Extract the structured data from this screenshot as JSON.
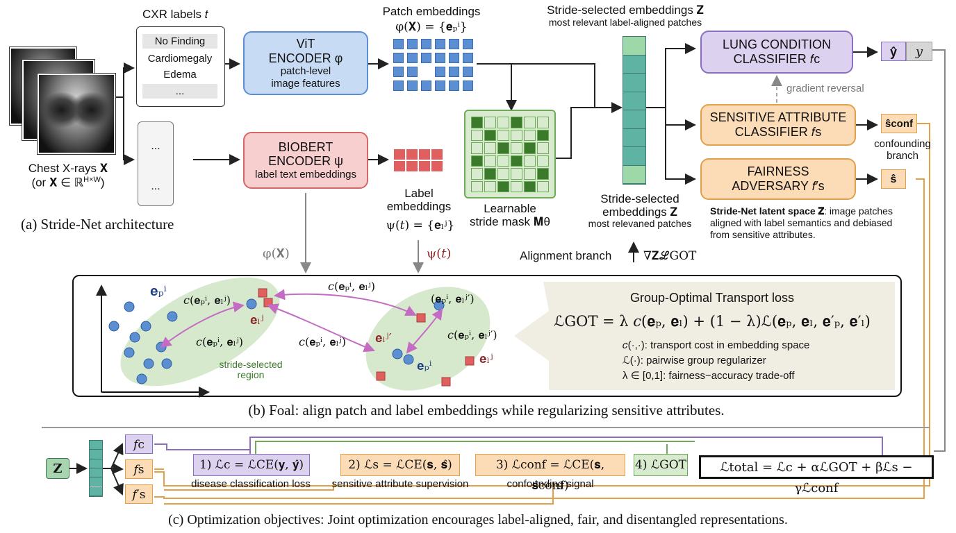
{
  "inputs": {
    "cxr_labels_title": "CXR labels 𝑡",
    "cxr_labels": [
      "No Finding",
      "Cardiomegaly",
      "Edema",
      "..."
    ],
    "chest_xray_line1": "Chest X-rays 𝐗",
    "chest_xray_line2": "(or 𝐗 ∈ ℝ",
    "chest_xray_sup": "H×W",
    "chest_xray_close": ")",
    "token_dots": [
      "...",
      "..."
    ]
  },
  "vit": {
    "line1": "ViT",
    "line2": "ENCODER φ",
    "line3": "patch-level",
    "line4": "image features"
  },
  "biobert": {
    "line1": "BIOBERT",
    "line2": "ENCODER ψ",
    "line3": "label text embeddings"
  },
  "patch_embeddings": {
    "title": "Patch embeddings",
    "formula": "φ(𝐗) = {𝐞ₚⁱ}"
  },
  "label_embeddings": {
    "line1": "Label",
    "line2": "embeddings",
    "formula": "ψ(𝑡) = {𝐞ₗʲ}"
  },
  "stride_mask": {
    "line1": "Learnable",
    "line2": "stride mask 𝐌θ"
  },
  "stride_top": {
    "line1": "Stride-selected embeddings 𝐙",
    "line2": "most relevant label-aligned patches"
  },
  "stride_bottom": {
    "line1": "Stride-selected",
    "line2": "embeddings 𝐙",
    "line3": "most relevaned patches"
  },
  "classifiers": {
    "lung": {
      "line1": "LUNG CONDITION",
      "line2": "CLASSIFIER 𝑓c"
    },
    "sensitive": {
      "line1": "SENSITIVE ATTRIBUTE",
      "line2": "CLASSIFIER 𝑓s"
    },
    "fairness": {
      "line1": "FAIRNESS",
      "line2": "ADVERSARY 𝑓′s"
    }
  },
  "outputs": {
    "yhat": "ŷ",
    "y": "y",
    "sconf": "ŝconf",
    "shat": "ŝ",
    "confounding": "confounding",
    "branch": "branch"
  },
  "gradient_reversal": "gradient reversal",
  "latent": {
    "bold": "Stride-Net latent space 𝐙",
    "rest1": ": image patches",
    "line2": "aligned with label semantics and debiased",
    "line3": "from sensitive attributes."
  },
  "caption_a": "(a) Stride-Net architecture",
  "arrow_labels": {
    "phi": "φ(𝐗)",
    "psi": "ψ(𝑡)",
    "alignment": "Alignment branch",
    "grad": "∇𝐙ℒGOT"
  },
  "foal": {
    "ep": "𝐞ₚⁱ",
    "el": "𝐞ₗʲ",
    "elp": "𝐞ₗʲ′",
    "el2": "𝐞ₗʲ",
    "c1": "𝑐(𝐞ₚⁱ, 𝐞ₗʲ)",
    "c2": "𝑐(𝐞ₚⁱ, 𝐞ₗʲ)",
    "c3": "𝑐(𝐞ₚⁱ, 𝐞ₗʲ)",
    "c4": "𝑐(𝐞ₚⁱ, 𝐞ₗʲ)",
    "c5": "(𝐞ₚⁱ, 𝐞ₗʲ′)",
    "c6": "𝑐(𝐞ₚⁱ, 𝐞ₗʲ′)",
    "ep2": "𝐞ₚⁱ",
    "el_right": "𝐞ₗʲ",
    "region1": "stride-selected",
    "region2": "region",
    "got_title": "Group-Optimal Transport loss",
    "got_formula": "ℒGOT = λ 𝑐(𝐞ₚ, 𝐞ₗ) + (1 − λ)ℒ(𝐞ₚ, 𝐞ₗ, 𝐞′ₚ, 𝐞′ₗ)",
    "def1": "𝑐(·,·): transport cost in embedding space",
    "def2": "ℒ(·): pairwise group regularizer",
    "def3": "λ ∈ [0,1]: fairness−accuracy trade-off"
  },
  "caption_b": "(b) Foal: align patch and label embeddings while regularizing sensitive attributes.",
  "objectives": {
    "z": "𝐙",
    "fc": "𝑓c",
    "fs": "𝑓s",
    "fsp": "𝑓′s",
    "l1": "1) ℒc = ℒCE(𝐲, 𝐲̂)",
    "l1_desc": "disease classification loss",
    "l2": "2) ℒs = ℒCE(𝐬, 𝐬̂)",
    "l2_desc": "sensitive attribute supervision",
    "l3": "3) ℒconf = ℒCE(𝐬, 𝐬̂conf)",
    "l3_desc": "confounding signal",
    "l4": "4) ℒGOT",
    "total": "ℒtotal = ℒc + αℒGOT + βℒs − γℒconf"
  },
  "caption_c": "(c) Optimization objectives: Joint optimization encourages label-aligned, fair, and disentangled representations.",
  "colors": {
    "blue": "#5b8fd1",
    "red": "#d46767",
    "green": "#6eaa5a",
    "purple": "#8a6fc1",
    "orange": "#e3a04b",
    "teal": "#5fb3a3"
  }
}
